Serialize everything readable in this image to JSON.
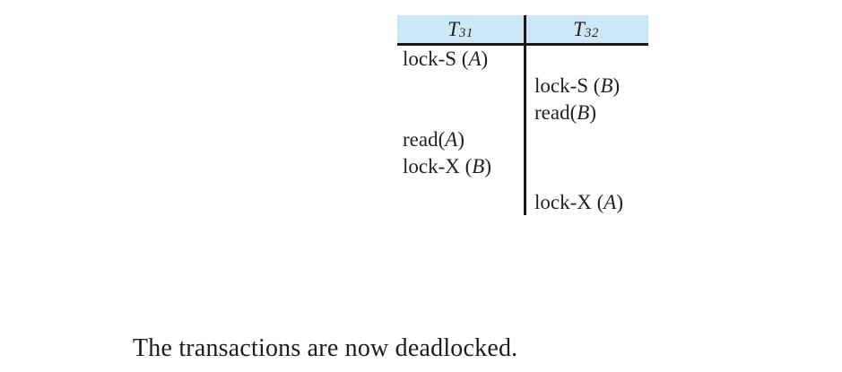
{
  "colors": {
    "header_bg": "#cce8f6",
    "line": "#1a1a1a",
    "text": "#231f20"
  },
  "table": {
    "columns": [
      {
        "base": "T",
        "sub": "31"
      },
      {
        "base": "T",
        "sub": "32"
      }
    ],
    "rows": [
      [
        {
          "pre": "lock-S (",
          "var": "A",
          "post": ")"
        },
        null
      ],
      [
        null,
        {
          "pre": "lock-S (",
          "var": "B",
          "post": ")"
        }
      ],
      [
        null,
        {
          "pre": "read(",
          "var": "B",
          "post": ")"
        }
      ],
      [
        {
          "pre": "read(",
          "var": "A",
          "post": ")"
        },
        null
      ],
      [
        {
          "pre": "lock-X (",
          "var": "B",
          "post": ")"
        },
        null
      ],
      [
        null,
        {
          "pre": "lock-X (",
          "var": "A",
          "post": ")"
        }
      ]
    ]
  },
  "caption": "The transactions are now deadlocked."
}
